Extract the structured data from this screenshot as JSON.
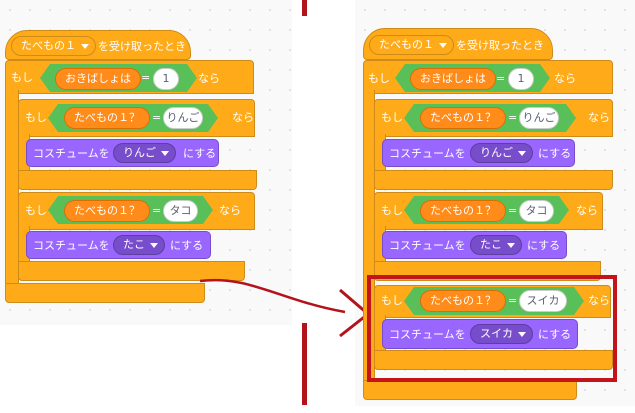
{
  "left": {
    "hat": {
      "message": "たべもの１",
      "suffix": "を受け取ったとき"
    },
    "outer_if": {
      "keyword": "もし",
      "variable": "おきばしょは",
      "op": "=",
      "value": "1",
      "then": "なら"
    },
    "inner_ifs": [
      {
        "keyword": "もし",
        "variable": "たべもの１？",
        "op": "=",
        "value": "りんご",
        "then": "なら",
        "costume_prefix": "コスチュームを",
        "costume": "りんご",
        "costume_suffix": "にする"
      },
      {
        "keyword": "もし",
        "variable": "たべもの１？",
        "op": "=",
        "value": "タコ",
        "then": "なら",
        "costume_prefix": "コスチュームを",
        "costume": "たこ",
        "costume_suffix": "にする"
      }
    ]
  },
  "right": {
    "hat": {
      "message": "たべもの１",
      "suffix": "を受け取ったとき"
    },
    "outer_if": {
      "keyword": "もし",
      "variable": "おきばしょは",
      "op": "=",
      "value": "1",
      "then": "なら"
    },
    "inner_ifs": [
      {
        "keyword": "もし",
        "variable": "たべもの１？",
        "op": "=",
        "value": "りんご",
        "then": "なら",
        "costume_prefix": "コスチュームを",
        "costume": "りんご",
        "costume_suffix": "にする"
      },
      {
        "keyword": "もし",
        "variable": "たべもの１？",
        "op": "=",
        "value": "タコ",
        "then": "なら",
        "costume_prefix": "コスチュームを",
        "costume": "たこ",
        "costume_suffix": "にする"
      },
      {
        "keyword": "もし",
        "variable": "たべもの１？",
        "op": "=",
        "value": "スイカ",
        "then": "なら",
        "costume_prefix": "コスチュームを",
        "costume": "スイカ",
        "costume_suffix": "にする"
      }
    ]
  },
  "colors": {
    "events": "#ffab19",
    "control": "#ffab19",
    "operator": "#59c059",
    "variable": "#ff8c1a",
    "looks": "#9966ff",
    "annotation": "#c3141b"
  }
}
